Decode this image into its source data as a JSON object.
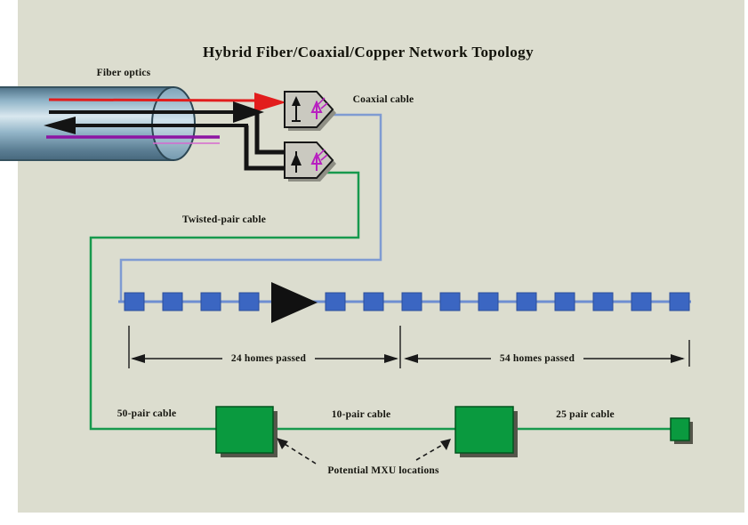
{
  "title": "Hybrid Fiber/Coaxial/Copper Network Topology",
  "labels": {
    "fiber_optic": "Fiber optics",
    "coaxial_cable": "Coaxial cable",
    "twisted_pair_cable": "Twisted-pair cable",
    "homes_passed_left": "24 homes passed",
    "homes_passed_right": "54 homes passed",
    "cable_50_pair": "50-pair cable",
    "cable_10_pair": "10-pair cable",
    "cable_25_pair": "25 pair cable",
    "potential_mxu": "Potential MXU locations"
  },
  "colors": {
    "background": "#dcddcf",
    "fiber_red": "#e21d1d",
    "fiber_black": "#141414",
    "fiber_purple": "#8d15a3",
    "fiber_pink": "#d668cf",
    "coax_blue_line": "#7f9bd2",
    "tap_blue": "#3b66c2",
    "copper_green": "#17994d",
    "mxu_box_green": "#0a9a3f",
    "node_gray": "#cac9c0",
    "text": "#15150f"
  },
  "network": {
    "taps_before_amplifier": 4,
    "taps_after_amplifier": 10,
    "optical_nodes": 2,
    "mxu_boxes": 3
  }
}
